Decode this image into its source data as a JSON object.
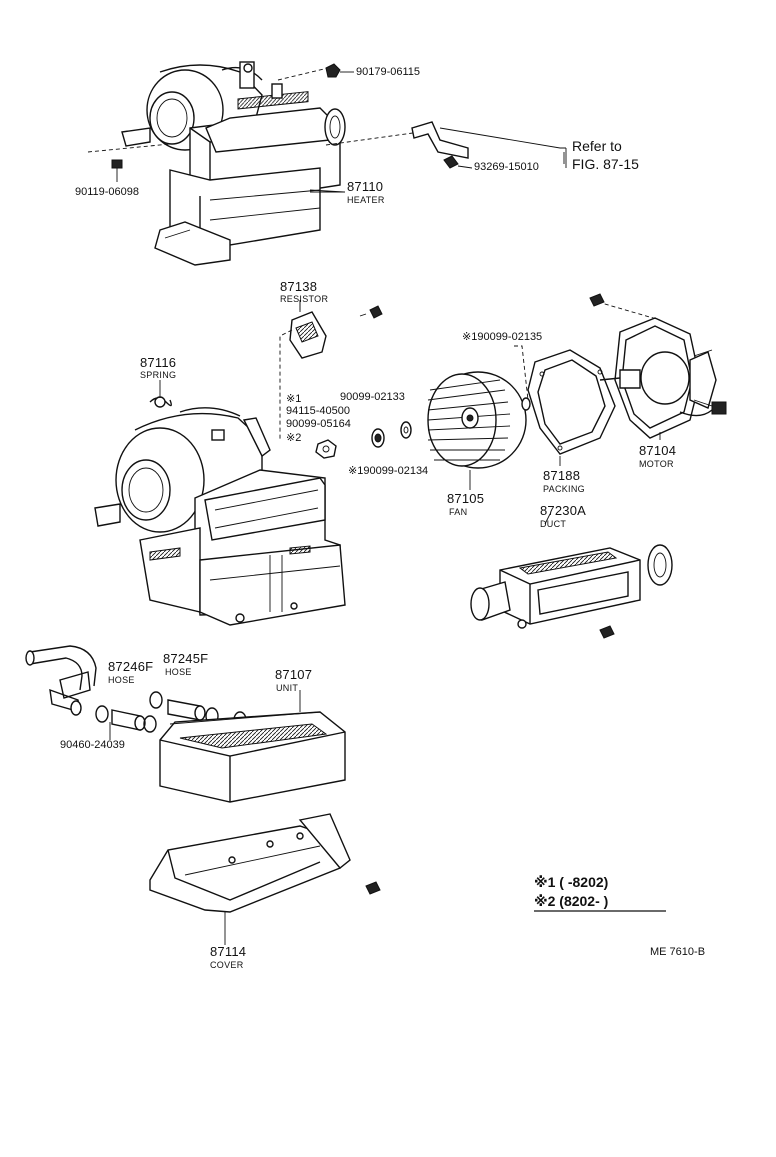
{
  "labels": {
    "bolt_top": "90179-06115",
    "screw_left": "90119-06098",
    "heater_num": "87110",
    "heater_name": "HEATER",
    "refer_line1": "Refer to",
    "refer_line2": "FIG. 87-15",
    "screw_bracket": "93269-15010",
    "resistor_num": "87138",
    "resistor_name": "RESISTOR",
    "spring_num": "87116",
    "spring_name": "SPRING",
    "note1_mark": "※1",
    "part_94115": "94115-40500",
    "part_90099_05164": "90099-05164",
    "note2_mark": "※2",
    "nut_02133": "90099-02133",
    "washer_02134": "※190099-02134",
    "washer_02135": "※190099-02135",
    "fan_num": "87105",
    "fan_name": "FAN",
    "packing_num": "87188",
    "packing_name": "PACKING",
    "motor_num": "87104",
    "motor_name": "MOTOR",
    "duct_num": "87230A",
    "duct_name": "DUCT",
    "hose1_num": "87246F",
    "hose1_name": "HOSE",
    "hose2_num": "87245F",
    "hose2_name": "HOSE",
    "unit_num": "87107",
    "unit_name": "UNIT",
    "clamp": "90460-24039",
    "cover_num": "87114",
    "cover_name": "COVER",
    "legend1": "※1 (        -8202)",
    "legend2": "※2 (8202-        )",
    "ref_code": "ME 7610-B"
  }
}
